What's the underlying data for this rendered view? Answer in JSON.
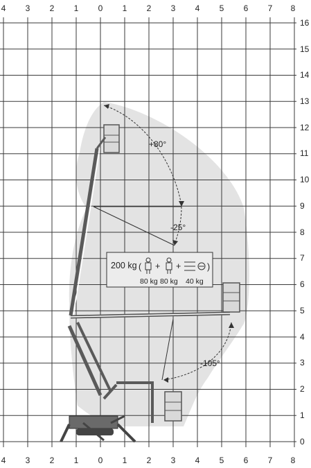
{
  "grid": {
    "x_ticks": [
      "4",
      "3",
      "2",
      "1",
      "0",
      "1",
      "2",
      "3",
      "4",
      "5",
      "6",
      "7",
      "8"
    ],
    "y_ticks": [
      "16",
      "15",
      "14",
      "13",
      "12",
      "11",
      "10",
      "9",
      "8",
      "7",
      "6",
      "5",
      "4",
      "3",
      "2",
      "1",
      "0"
    ]
  },
  "angles": {
    "upper_plus": "+80°",
    "upper_minus": "-25°",
    "lower": "-105°"
  },
  "capacity": {
    "total": "200 kg",
    "person_1": "80 kg",
    "person_2": "80 kg",
    "equipment": "40 kg"
  },
  "colors": {
    "envelope": "#e3e3e3",
    "grid": "#3a3a3a",
    "machine": "#5a5a5a"
  },
  "icons": [
    "person-icon",
    "person-icon",
    "tools-icon"
  ]
}
